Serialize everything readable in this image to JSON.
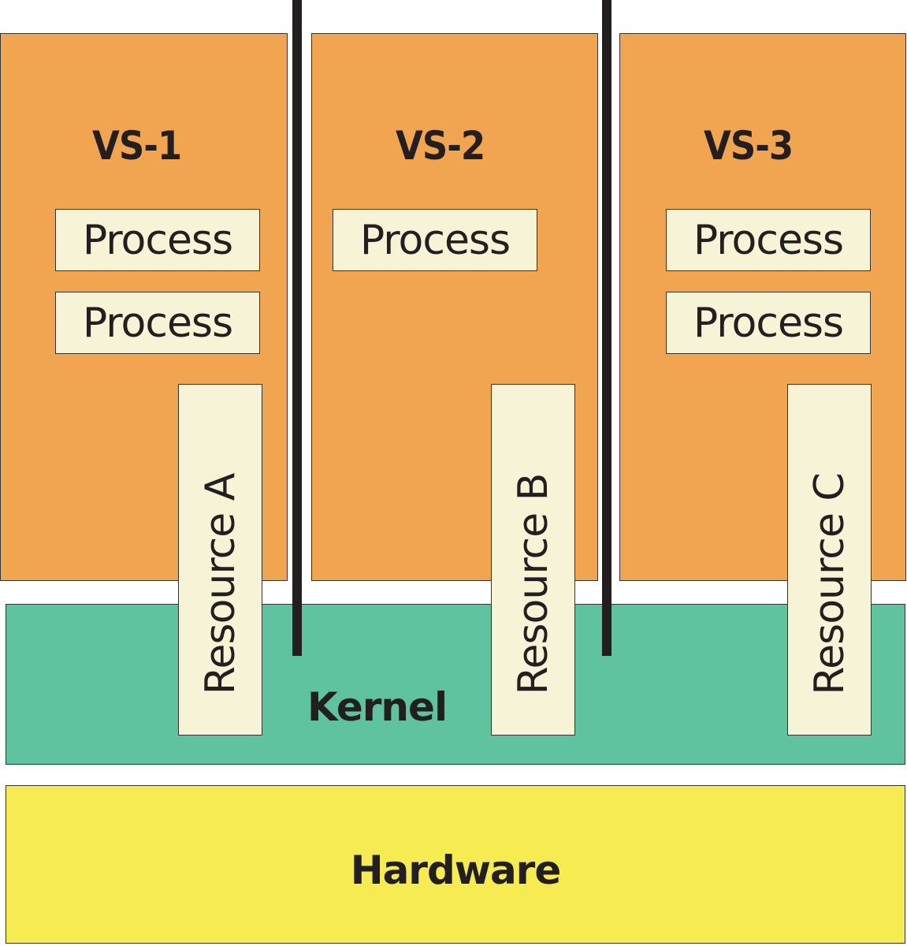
{
  "virtual_servers": [
    {
      "name": "VS-1",
      "processes": [
        "Process",
        "Process"
      ],
      "resource": "Resource A"
    },
    {
      "name": "VS-2",
      "processes": [
        "Process"
      ],
      "resource": "Resource B"
    },
    {
      "name": "VS-3",
      "processes": [
        "Process",
        "Process"
      ],
      "resource": "Resource C"
    }
  ],
  "kernel": {
    "label": "Kernel"
  },
  "hardware": {
    "label": "Hardware"
  },
  "colors": {
    "virtual_server": "#f2a550",
    "process_box": "#f6f3d6",
    "kernel": "#5fc3a0",
    "hardware": "#f6ec52",
    "divider": "#231f20"
  }
}
